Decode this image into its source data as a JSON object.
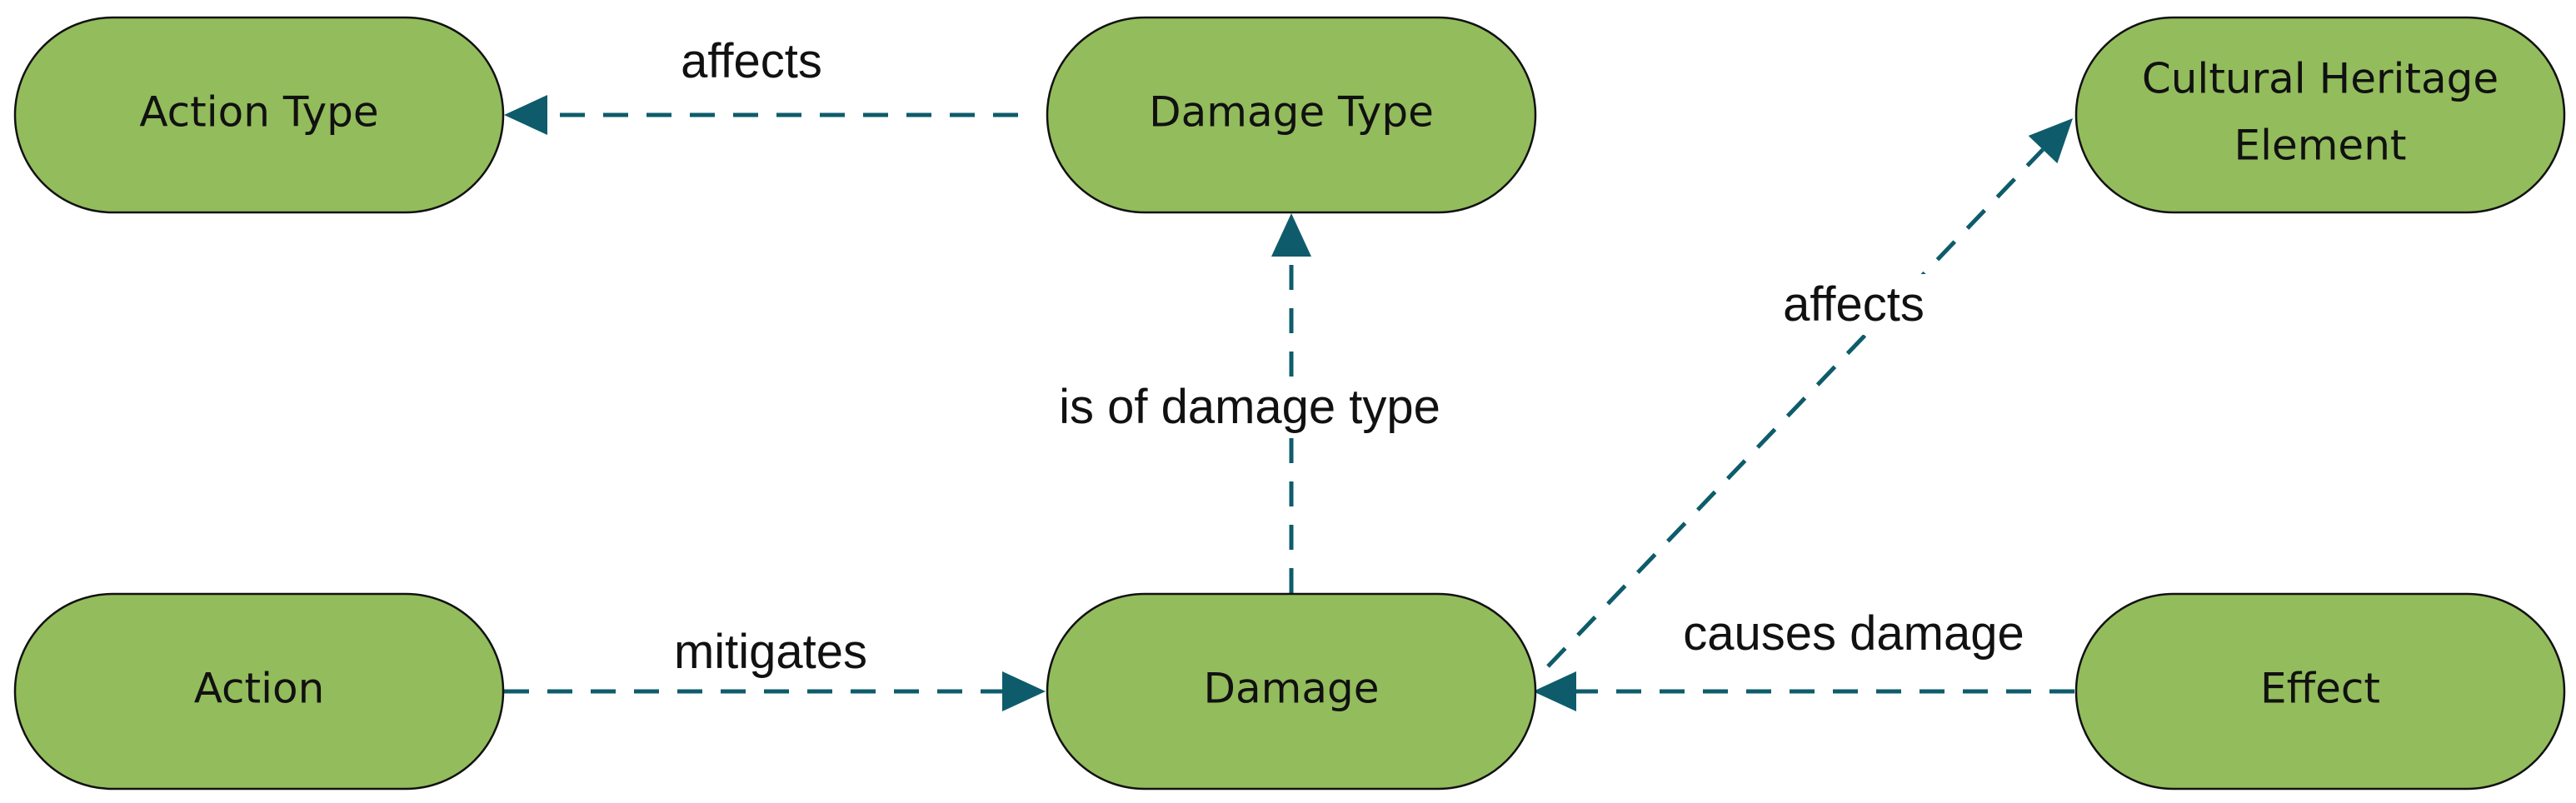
{
  "nodes": [
    {
      "id": "action-type",
      "lines": [
        "Action Type"
      ]
    },
    {
      "id": "damage-type",
      "lines": [
        "Damage Type"
      ]
    },
    {
      "id": "cultural-heritage-element",
      "lines": [
        "Cultural Heritage",
        "Element"
      ]
    },
    {
      "id": "action",
      "lines": [
        "Action"
      ]
    },
    {
      "id": "damage",
      "lines": [
        "Damage"
      ]
    },
    {
      "id": "effect",
      "lines": [
        "Effect"
      ]
    }
  ],
  "edges": [
    {
      "id": "damage-type-affects-action-type",
      "from": "damage-type",
      "to": "action-type",
      "label": "affects"
    },
    {
      "id": "damage-is-of-damage-type",
      "from": "damage",
      "to": "damage-type",
      "label": "is of damage type"
    },
    {
      "id": "damage-affects-cultural-heritage-element",
      "from": "damage",
      "to": "cultural-heritage-element",
      "label": "affects"
    },
    {
      "id": "action-mitigates-damage",
      "from": "action",
      "to": "damage",
      "label": "mitigates"
    },
    {
      "id": "effect-causes-damage",
      "from": "effect",
      "to": "damage",
      "label": "causes damage"
    }
  ],
  "colors": {
    "node_fill": "#93bc5c",
    "node_stroke": "#111111",
    "edge": "#0e5c6b"
  }
}
